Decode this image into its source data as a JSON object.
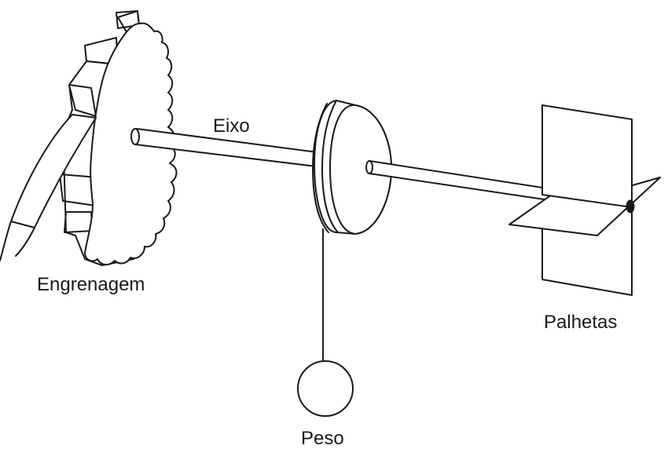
{
  "labels": {
    "axis": "Eixo",
    "gear": "Engrenagem",
    "vanes": "Palhetas",
    "weight": "Peso"
  }
}
